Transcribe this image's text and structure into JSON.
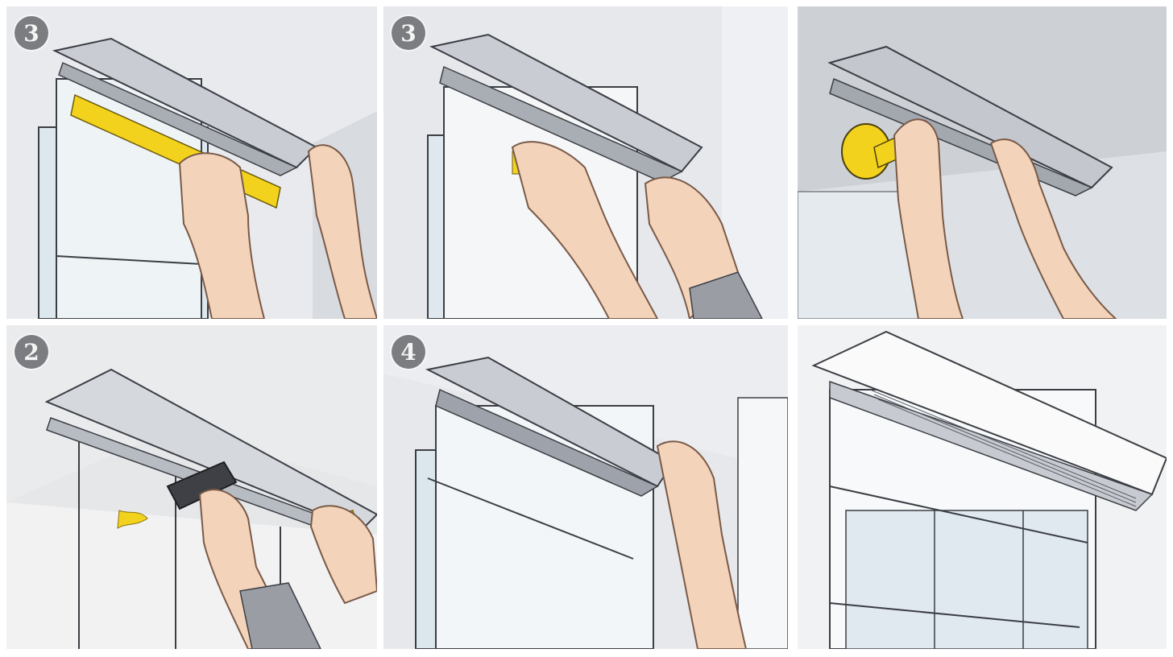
{
  "panels": [
    {
      "id": "p1",
      "step": "3",
      "scene": "measure"
    },
    {
      "id": "p2",
      "step": "3",
      "scene": "align"
    },
    {
      "id": "p3",
      "step": "",
      "scene": "tape"
    },
    {
      "id": "p4",
      "step": "2",
      "scene": "drill"
    },
    {
      "id": "p5",
      "step": "4",
      "scene": "clip"
    },
    {
      "id": "p6",
      "step": "",
      "scene": "finished"
    }
  ],
  "colors": {
    "skin": "#f3d4bb",
    "skin_stroke": "#7a5a48",
    "yellow": "#f2d21c",
    "wall": "#e4e6ea",
    "glass": "#d7e3ea",
    "line": "#3b3e44",
    "sleeve": "#9a9da3"
  },
  "icons": [
    "measuring-tape-icon",
    "drill-icon",
    "ruler-icon"
  ]
}
